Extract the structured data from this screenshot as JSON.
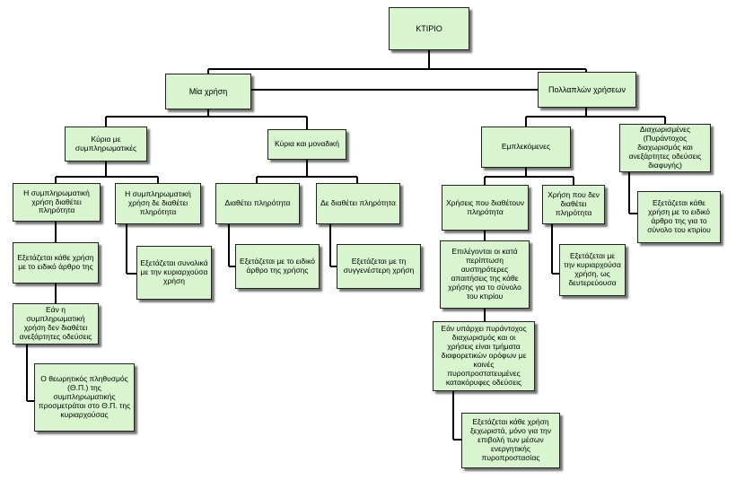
{
  "diagram": {
    "root": "ΚΤΙΡΙΟ",
    "single_use": "Μία χρήση",
    "multiple_uses": "Πολλαπλών χρήσεων",
    "main_with_complementary": "Κύρια με\nσυμπληρωματικές",
    "main_and_only": "Κύρια και μοναδική",
    "complementary_has_plot": "Η συμπληρωματική\nχρήση διαθέτει\nπληρότητα",
    "complementary_no_plot": "Η συμπληρωματική\nχρήση δε διαθέτει\nπληρότητα",
    "has_plot": "Διαθέτει πληρότητα",
    "no_plot": "Δε διαθέτει πληρότητα",
    "examine_each_use": "Εξετάζεται κάθε χρήση\nμε το ειδικό άρθρο της",
    "examine_total_main": "Εξετάζεται συνολικά\nμε την κυριαρχούσα\nχρήση",
    "examine_specific_article": "Εξετάζεται με το ειδικό\nάρθρο της χρήσης",
    "examine_closest": "Εξετάζεται με τη\nσυγγενέστερη χρήση",
    "if_complementary_no_exits": "Εάν η\nσυμπληρωματική\nχρήση δεν διαθέτει\nανεξάρτητες οδεύσεις",
    "theoretical_population": "Ο θεωρητικός πληθυσμός\n(Θ.Π.) της\nσυμπληρωματικής\nπροσμετράται στο Θ.Π. της\nκυριαρχούσας",
    "mixed": "Εμπλεκόμενες",
    "separated": "Διαχωρισμένες\n(Πυράντοχος\nδιαχωρισμός και\nανεξάρτητες οδεύσεις\nδιαφυγής)",
    "uses_with_plot": "Χρήσεις που διαθέτουν\nπληρότητα",
    "use_without_plot": "Χρήση που δεν\nδιαθέτει\nπληρότητα",
    "examine_each_separated": "Εξετάζεται κάθε\nχρήση με το ειδικό\nάρθρο της για το\nσύνολο του κτιρίου",
    "strictest_requirements": "Επιλέγονται οι κατά\nπερίπτωση\nαυστηρότερες\nαπαιτήσεις της κάθε\nχρήσης για το σύνολο\nτου κτιρίου",
    "examine_main_secondary": "Εξετάζεται με\nτην κυριαρχούσα\nχρήση, ως\nδευτερεύουσα",
    "if_fire_separation": "Εάν υπάρχει πυράντοχος\nδιαχωρισμός και οι\nχρήσεις είναι τμήματα\nδιαφορετικών ορόφων με\nκοινές\nπυροπροστατευμένες\nκατακόρυφες οδεύσεις",
    "examine_each_active": "Εξετάζεται κάθε χρήση\nξεχωριστά, μόνο για την\nεπιβολή των μέσων\nενεργητικής\nπυροπροστασίας"
  }
}
